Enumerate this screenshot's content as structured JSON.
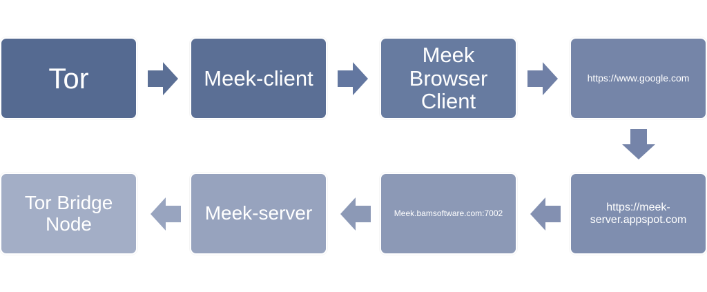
{
  "diagram": {
    "nodes": [
      {
        "id": "tor",
        "label": "Tor",
        "color": "#556a91"
      },
      {
        "id": "meek-client",
        "label": "Meek-client",
        "color": "#5b6f95"
      },
      {
        "id": "meek-browser-client",
        "label": "Meek\nBrowser\nClient",
        "color": "#677ba0"
      },
      {
        "id": "google",
        "label": "https://www.google.com",
        "color": "#7585a8"
      },
      {
        "id": "appspot",
        "label": "https://meek-\nserver.appspot.com",
        "color": "#7f8eaf"
      },
      {
        "id": "bamsoftware",
        "label": "Meek.bamsoftware.com:7002",
        "color": "#8c99b6"
      },
      {
        "id": "meek-server",
        "label": "Meek-server",
        "color": "#97a3be"
      },
      {
        "id": "tor-bridge-node",
        "label": "Tor Bridge\nNode",
        "color": "#a3aec6"
      }
    ],
    "arrow_colors": [
      "#5b6f95",
      "#6377a0",
      "#7080a6",
      "#7584a9",
      "#8390b1",
      "#8c99b6",
      "#98a4bf"
    ]
  }
}
